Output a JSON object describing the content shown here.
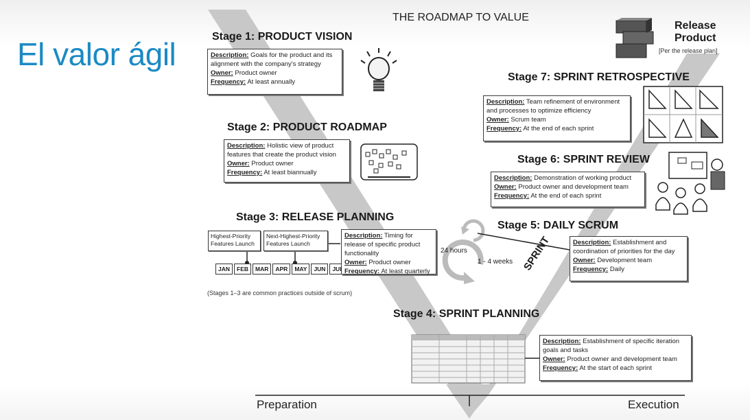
{
  "slide": {
    "title": "El valor ágil"
  },
  "diagram": {
    "title": "THE ROADMAP TO VALUE",
    "labels": {
      "description": "Description:",
      "owner": "Owner:",
      "frequency": "Frequency:"
    },
    "stages": [
      {
        "heading": "Stage 1: PRODUCT VISION",
        "description": "Goals for the product and its alignment with the company's strategy",
        "owner": "Product owner",
        "frequency": "At least annually",
        "icon": "lightbulb-icon"
      },
      {
        "heading": "Stage 2: PRODUCT ROADMAP",
        "description": "Holistic view of product features that create the product vision",
        "owner": "Product owner",
        "frequency": "At least biannually",
        "icon": "roadmap-board-icon"
      },
      {
        "heading": "Stage 3: RELEASE PLANNING",
        "description": "Timing for release of specific product functionality",
        "owner": "Product owner",
        "frequency": "At least quarterly",
        "icon": "release-timeline-icon"
      },
      {
        "heading": "Stage 4: SPRINT PLANNING",
        "description": "Establishment of specific iteration goals and tasks",
        "owner": "Product owner and development team",
        "frequency": "At the start of each sprint",
        "icon": "sprint-backlog-spreadsheet-icon"
      },
      {
        "heading": "Stage 5: DAILY SCRUM",
        "description": "Establishment and coordination of priorities for the day",
        "owner": "Development team",
        "frequency": "Daily",
        "icon": "cycle-arrows-icon"
      },
      {
        "heading": "Stage 6: SPRINT REVIEW",
        "description": "Demonstration of working product",
        "owner": "Product owner and development team",
        "frequency": "At the end of each sprint",
        "icon": "presentation-audience-icon"
      },
      {
        "heading": "Stage 7: SPRINT RETROSPECTIVE",
        "description": "Team refinement of environment and processes to optimize efficiency",
        "owner": "Scrum team",
        "frequency": "At the end of each sprint",
        "icon": "triangle-grid-icon"
      }
    ],
    "release": {
      "line1": "Release",
      "line2": "Product",
      "note": "[Per the release plan]",
      "icon": "stacked-blocks-icon"
    },
    "release_planning": {
      "features": [
        "Highest-Priority Features Launch",
        "Next-Highest-Priority Features Launch"
      ],
      "months": [
        "JAN",
        "FEB",
        "MAR",
        "APR",
        "MAY",
        "JUN",
        "JUL"
      ]
    },
    "cycle": {
      "daily": "24 hours",
      "sprint_length": "1 - 4 weeks"
    },
    "sprint_label": "SPRINT",
    "note": "(Stages 1–3 are common practices outside of scrum)",
    "axis": {
      "left": "Preparation",
      "right": "Execution"
    }
  }
}
